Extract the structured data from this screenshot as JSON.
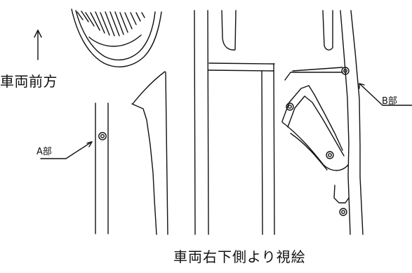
{
  "diagram": {
    "direction_label": "車両前方",
    "part_a_label": "A部",
    "part_b_label": "B部",
    "caption": "車両右下側より視絵"
  },
  "colors": {
    "line": "#111111",
    "background": "#ffffff"
  }
}
